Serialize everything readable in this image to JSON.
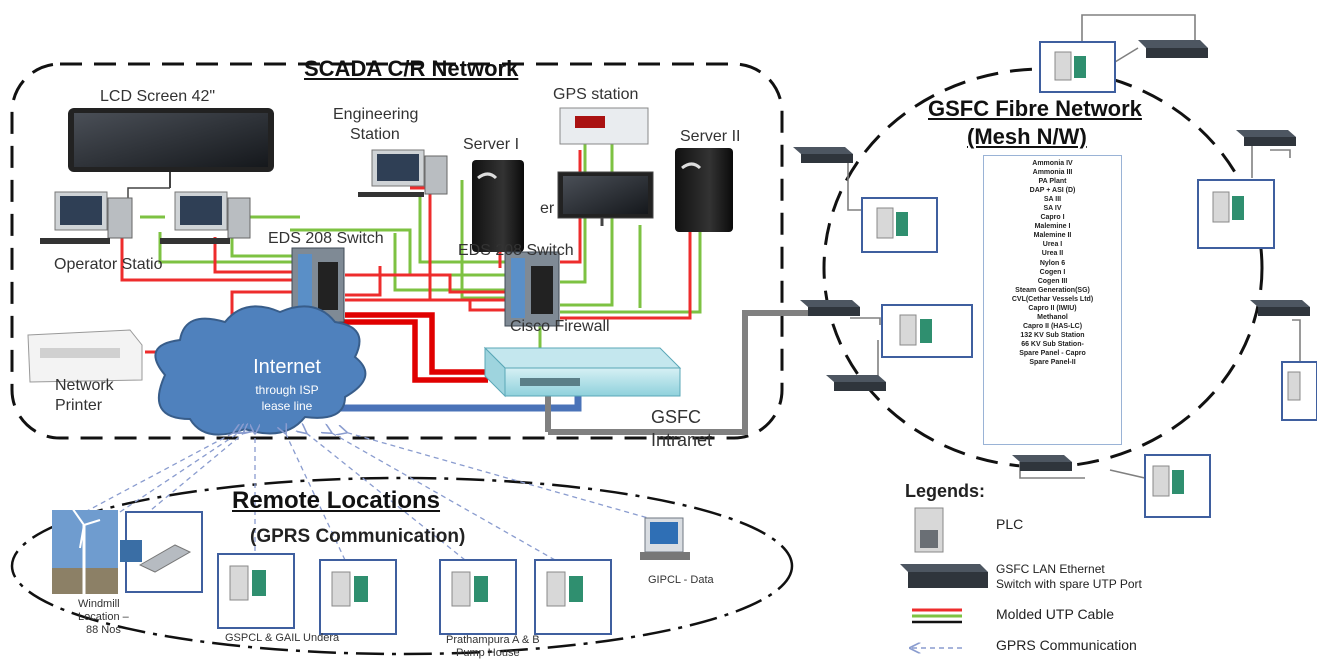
{
  "scada": {
    "title": "SCADA C/R Network",
    "lcd": "LCD Screen 42\"",
    "gps": "GPS station",
    "eng_line1": "Engineering",
    "eng_line2": "Station",
    "server1": "Server I",
    "server2": "Server II",
    "server_partial": "er",
    "switch1": "EDS 208 Switch",
    "switch2": "EDS 208 Switch",
    "operator": "Operator Statio",
    "firewall": "Cisco Firewall",
    "printer_line1": "Network",
    "printer_line2": "Printer",
    "internet_title": "Internet",
    "internet_line1": "through ISP",
    "internet_line2": "lease line",
    "intranet_line1": "GSFC",
    "intranet_line2": "Intranet"
  },
  "fibre": {
    "title_line1": "GSFC Fibre Network",
    "title_line2": "(Mesh N/W)",
    "plants": [
      "Ammonia IV",
      "Ammonia III",
      "PA Plant",
      "DAP + ASI (D)",
      "SA III",
      "SA IV",
      "Capro I",
      "Malemine I",
      "Malemine II",
      "Urea I",
      "Urea II",
      "Nylon 6",
      "Cogen I",
      "Cogen III",
      "Steam Generation(SG)",
      "CVL(Cethar Vessels Ltd)",
      "Capro II (IWIU)",
      "Methanol",
      "Capro II (HAS-LC)",
      "132 KV Sub Station",
      "66 KV Sub Station-",
      "Spare Panel - Capro",
      "Spare Panel-II"
    ]
  },
  "remote": {
    "title": "Remote Locations",
    "subtitle": "(GPRS Communication)",
    "windmill_line1": "Windmill",
    "windmill_line2": "Location –",
    "windmill_line3": "88 Nos",
    "gspcl": "GSPCL & GAIL Undera",
    "prath_line1": "Prathampura A & B",
    "prath_line2": "Pump House",
    "gipcl": "GIPCL - Data"
  },
  "legend": {
    "title": "Legends:",
    "plc": "PLC",
    "switch_line1": "GSFC LAN Ethernet",
    "switch_line2": "Switch with spare UTP Port",
    "cable": "Molded UTP Cable",
    "gprs": "GPRS Communication"
  },
  "colors": {
    "red_cable": "#ee2c2c",
    "green_cable": "#7dc242",
    "blue_link": "#4a73b8",
    "grey_link": "#808080",
    "cloud": "#4f81bd",
    "frame_blue": "#3f5f9f"
  }
}
